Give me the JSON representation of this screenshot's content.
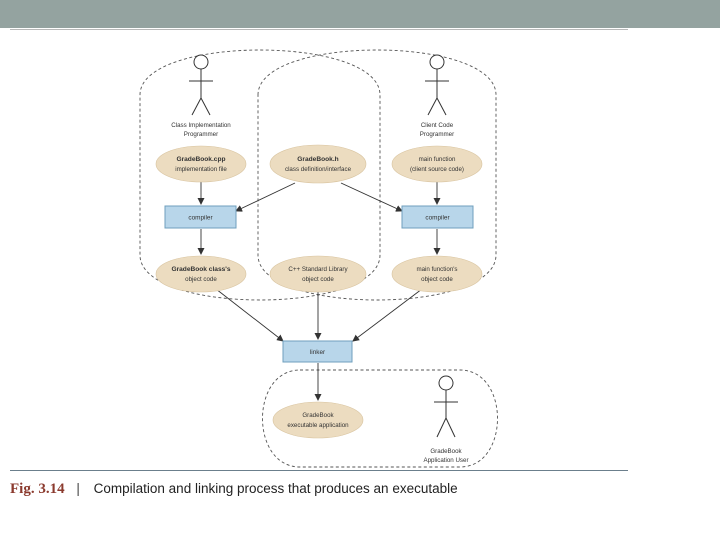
{
  "figure": {
    "label": "Fig. 3.14",
    "separator": "|",
    "caption": "Compilation and linking process that produces an executable"
  },
  "actors": {
    "implementation": [
      "Class Implementation",
      "Programmer"
    ],
    "client": [
      "Client Code",
      "Programmer"
    ],
    "user": [
      "GradeBook",
      "Application User"
    ]
  },
  "nodes": {
    "gradebook_cpp": {
      "title": "GradeBook.cpp",
      "subtitle": "implementation file"
    },
    "gradebook_h": {
      "title": "GradeBook.h",
      "subtitle": "class definition/interface"
    },
    "main_source": {
      "title": "main function",
      "subtitle": "(client source code)"
    },
    "compiler_left": {
      "label": "compiler"
    },
    "compiler_right": {
      "label": "compiler"
    },
    "gradebook_obj": {
      "title": "GradeBook class's",
      "subtitle": "object code"
    },
    "stdlib_obj": {
      "title": "C++ Standard Library",
      "subtitle": "object code"
    },
    "main_obj": {
      "title": "main function's",
      "subtitle": "object code"
    },
    "linker": {
      "label": "linker"
    },
    "executable": {
      "title": "GradeBook",
      "subtitle": "executable application"
    }
  },
  "colors": {
    "oval_fill": "#ecdcc0",
    "box_fill": "#b8d6ea",
    "box_stroke": "#6f9fbd",
    "top_bar": "#94a3a0",
    "caption_label": "#8b3a2e"
  }
}
